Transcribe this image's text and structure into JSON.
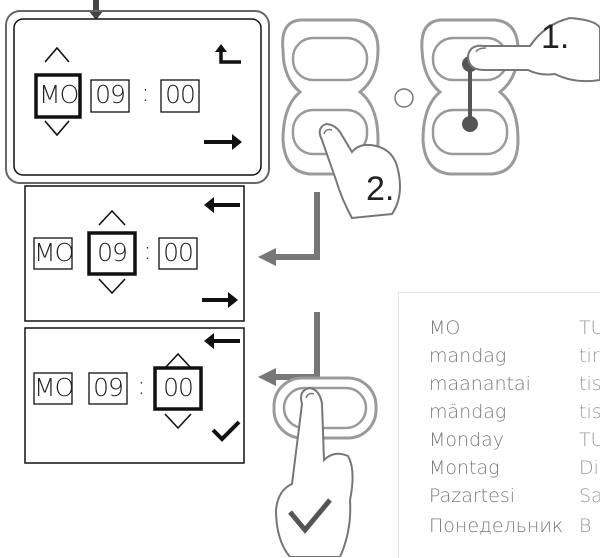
{
  "screens": [
    {
      "day": "MO",
      "hour": "09",
      "minute": "00",
      "selected": "day"
    },
    {
      "day": "MO",
      "hour": "09",
      "minute": "00",
      "selected": "hour"
    },
    {
      "day": "MO",
      "hour": "09",
      "minute": "00",
      "selected": "minute"
    }
  ],
  "time_separator": ":",
  "steps": {
    "step1": "1.",
    "step2": "2."
  },
  "languages": [
    {
      "name": "MO",
      "next": "TU"
    },
    {
      "name": "mandag",
      "next": "tir"
    },
    {
      "name": "maanantai",
      "next": "tis"
    },
    {
      "name": "mändag",
      "next": "tis"
    },
    {
      "name": "Monday",
      "next": "TU"
    },
    {
      "name": "Montag",
      "next": "Di"
    },
    {
      "name": "Pazartesi",
      "next": "Sa"
    },
    {
      "name": "Понедельник",
      "next": "В"
    }
  ],
  "colors": {
    "line": "#111111",
    "connector": "#777777",
    "button_outline": "#9a9a9a",
    "text_gray": "#7a7a7a"
  },
  "icons": [
    "up-arrow-icon",
    "down-arrow-icon",
    "return-arrow-icon",
    "right-arrow-icon",
    "left-arrow-icon",
    "check-icon",
    "finger-press-icon"
  ]
}
